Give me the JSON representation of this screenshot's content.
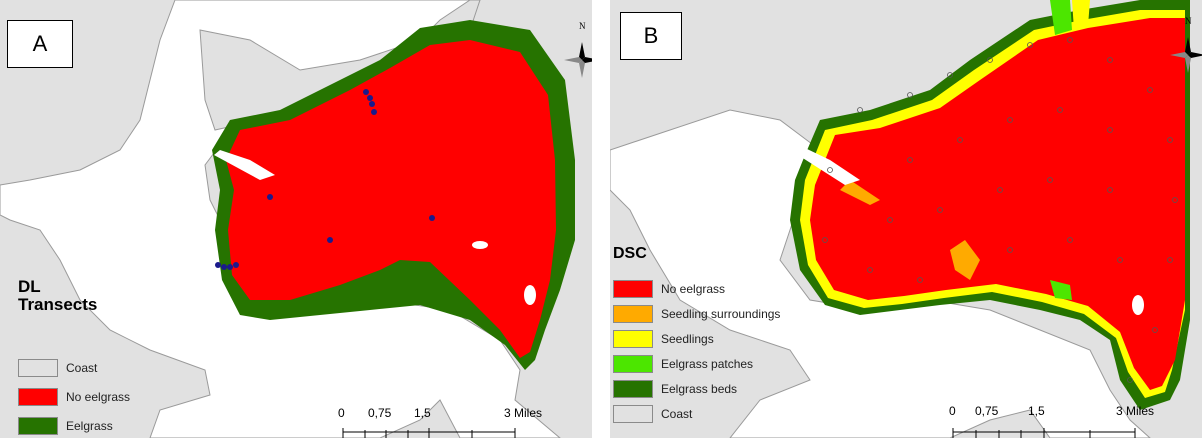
{
  "panels": [
    {
      "label": "A",
      "legend": {
        "title_line1": "DL",
        "title_line2": "Transects",
        "items": [
          {
            "label": "Coast",
            "color": "#e1e1e1"
          },
          {
            "label": "No eelgrass",
            "color": "#ff0000"
          },
          {
            "label": "Eelgrass",
            "color": "#267300"
          }
        ]
      },
      "scale": {
        "ticks": [
          "0",
          "0,75",
          "1,5",
          "3 Miles"
        ]
      },
      "north_label": "N",
      "transect_color": "#1a1a8c"
    },
    {
      "label": "B",
      "legend": {
        "title": "DSC",
        "items": [
          {
            "label": "No eelgrass",
            "color": "#ff0000"
          },
          {
            "label": "Seedling surroundings",
            "color": "#ffaa00"
          },
          {
            "label": "Seedlings",
            "color": "#ffff00"
          },
          {
            "label": "Eelgrass patches",
            "color": "#4ce600"
          },
          {
            "label": "Eelgrass beds",
            "color": "#267300"
          },
          {
            "label": "Coast",
            "color": "#e1e1e1"
          }
        ]
      },
      "scale": {
        "ticks": [
          "0",
          "0,75",
          "1,5",
          "3 Miles"
        ]
      },
      "north_label": "N",
      "sample_color": "#555555"
    }
  ],
  "colors": {
    "water": "#ffffff",
    "land": "#e1e1e1",
    "coastline": "#9a9a9a"
  }
}
